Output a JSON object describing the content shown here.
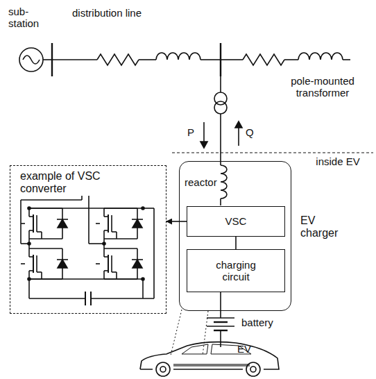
{
  "diagram": {
    "nodes": [
      {
        "text": [
          "example of VSC converter"
        ]
      },
      {
        "text": [
          "EV charger"
        ]
      },
      {
        "text": [
          "VSC"
        ],
        "in": 1
      },
      {
        "text": [
          "charging circuit"
        ],
        "in": 1
      }
    ],
    "edges": [
      {
        "from": 2,
        "to": 0,
        "arrow": "to"
      },
      {
        "from": 2,
        "to": 3,
        "arrow": "none"
      }
    ],
    "labels": [
      "sub- station",
      "distribution line",
      "pole-mounted transformer",
      "P",
      "Q",
      "inside EV",
      "reactor",
      "battery",
      "EV"
    ]
  }
}
